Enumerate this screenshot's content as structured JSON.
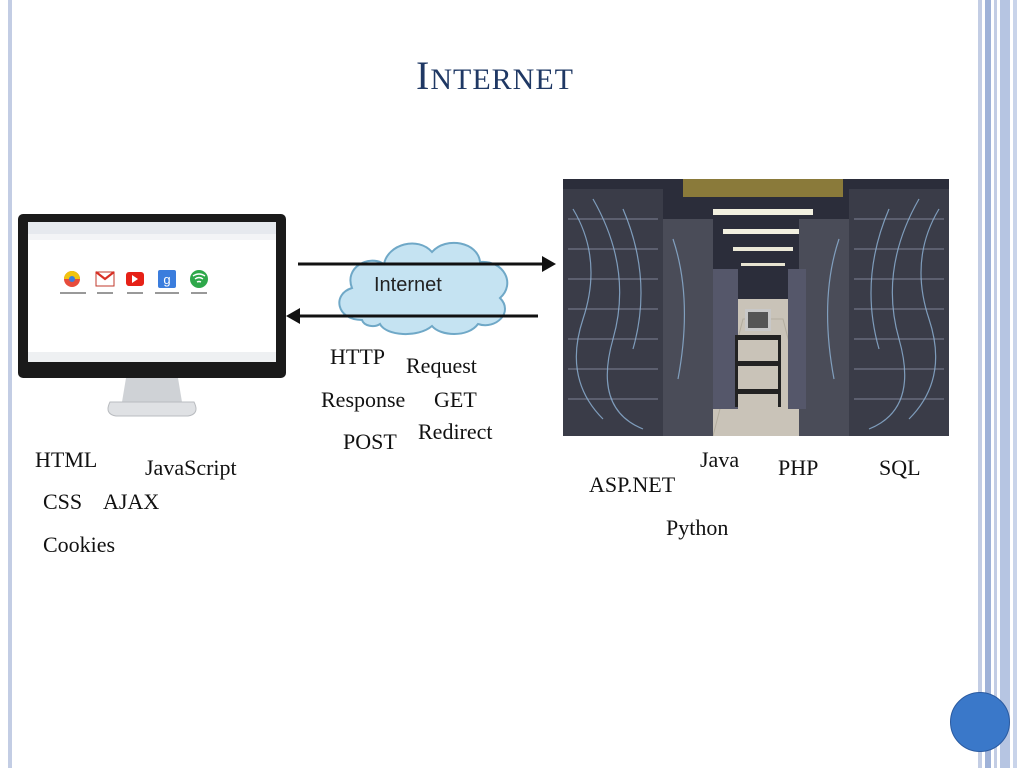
{
  "slide": {
    "title_first": "I",
    "title_rest": "nternet"
  },
  "cloud": {
    "label": "Internet"
  },
  "protocol_labels": {
    "http": "HTTP",
    "request": "Request",
    "response": "Response",
    "get": "GET",
    "post": "POST",
    "redirect": "Redirect"
  },
  "client_labels": {
    "html": "HTML",
    "javascript": "JavaScript",
    "css": "CSS",
    "ajax": "AJAX",
    "cookies": "Cookies"
  },
  "server_labels": {
    "java": "Java",
    "php": "PHP",
    "sql": "SQL",
    "aspnet": "ASP.NET",
    "python": "Python"
  },
  "colors": {
    "title": "#1f3864",
    "cloud_fill": "#c5e3f2",
    "cloud_stroke": "#6fa8c7",
    "accent_circle": "#3a78c9"
  },
  "icons": [
    "monitor-icon",
    "cloud-icon",
    "arrow-right-icon",
    "arrow-left-icon",
    "server-room-image"
  ]
}
